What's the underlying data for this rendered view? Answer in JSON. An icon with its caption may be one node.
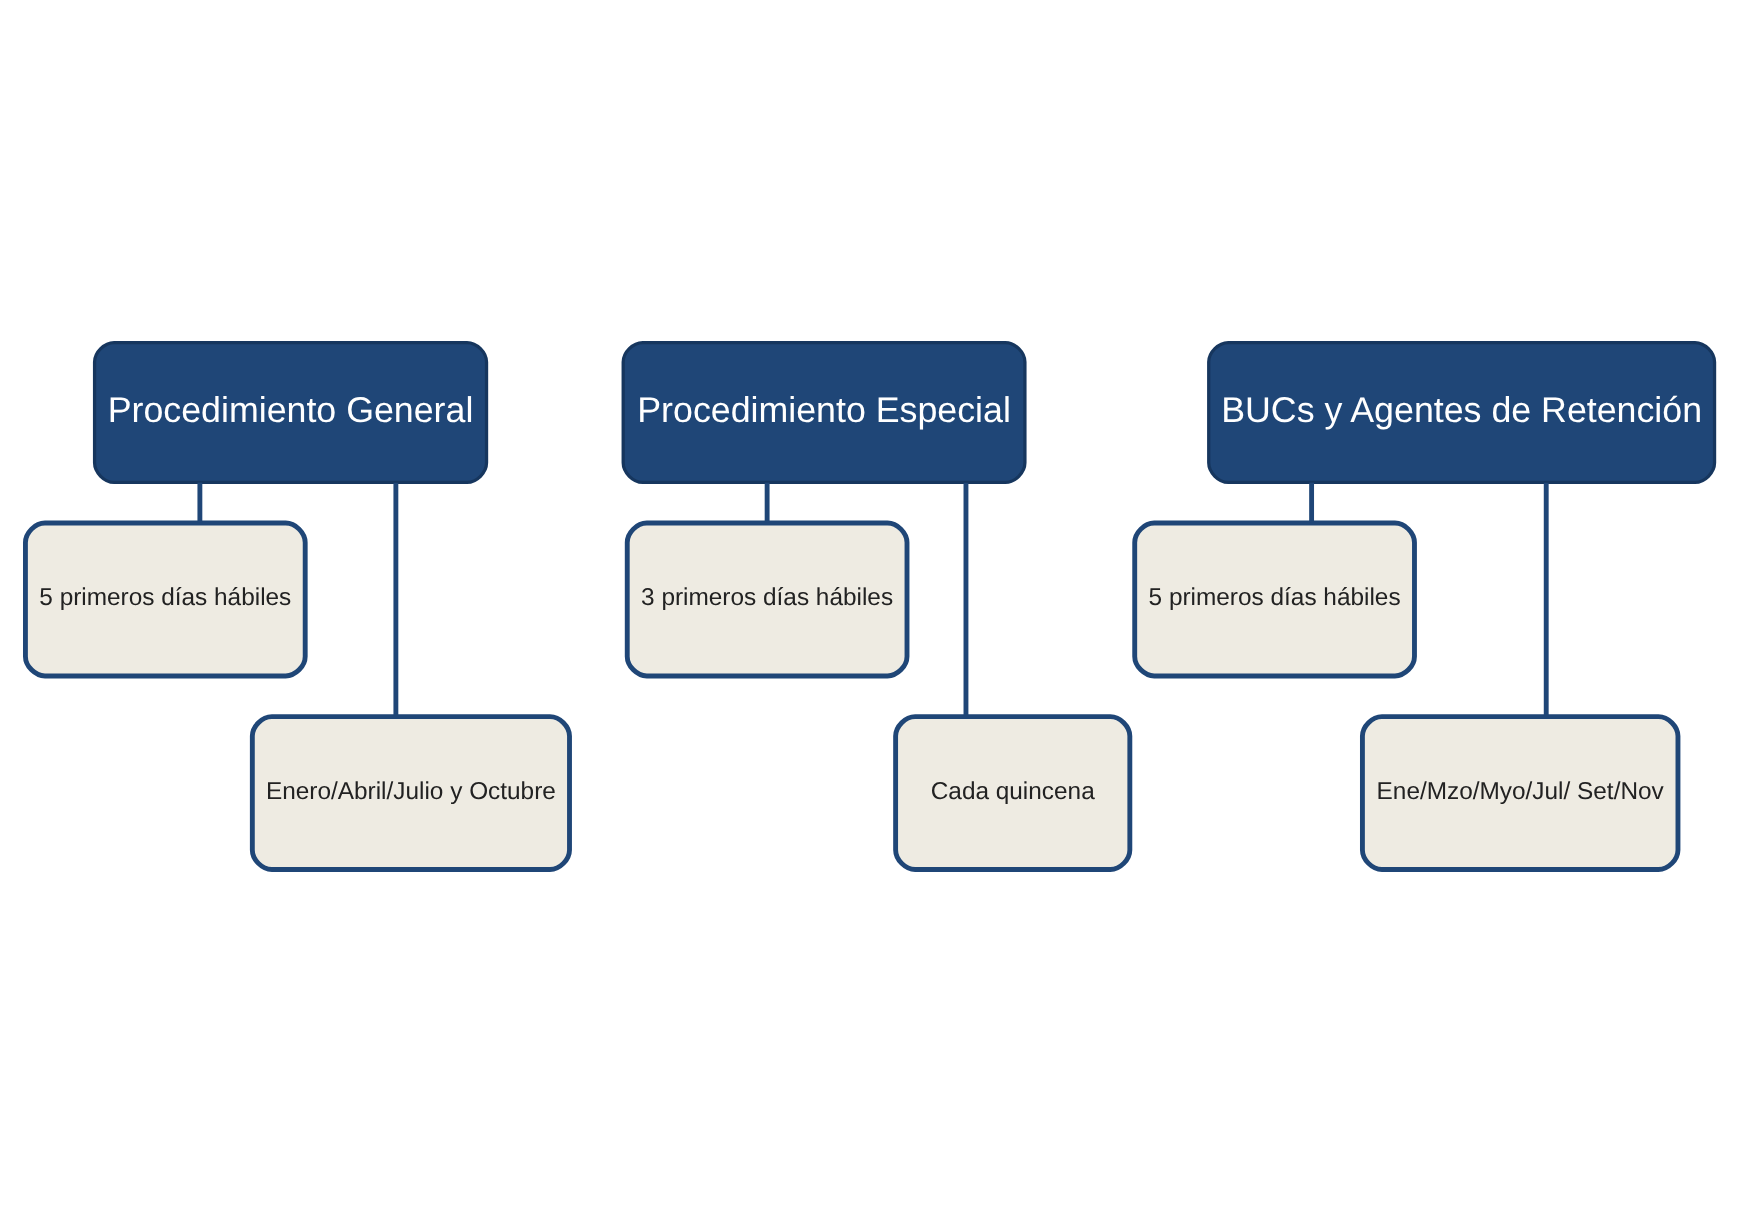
{
  "diagram": {
    "nodes": [
      {
        "text": [
          "Procedimiento General"
        ]
      },
      {
        "text": [
          "5 primeros días hábiles"
        ]
      },
      {
        "text": [
          "Enero/Abril/Julio y Octubre"
        ]
      },
      {
        "text": [
          "Procedimiento Especial"
        ]
      },
      {
        "text": [
          "3 primeros días hábiles"
        ]
      },
      {
        "text": [
          "Cada quincena"
        ]
      },
      {
        "text": [
          "BUCs y Agentes de Retención"
        ]
      },
      {
        "text": [
          "5 primeros días hábiles"
        ]
      },
      {
        "text": [
          "Ene/Mzo/Myo/Jul/ Set/Nov"
        ]
      }
    ],
    "edges": [
      {
        "from": 0,
        "to": 1,
        "arrow": "none"
      },
      {
        "from": 0,
        "to": 2,
        "arrow": "none"
      },
      {
        "from": 3,
        "to": 4,
        "arrow": "none"
      },
      {
        "from": 3,
        "to": 5,
        "arrow": "none"
      },
      {
        "from": 6,
        "to": 7,
        "arrow": "none"
      },
      {
        "from": 6,
        "to": 8,
        "arrow": "none"
      }
    ]
  }
}
